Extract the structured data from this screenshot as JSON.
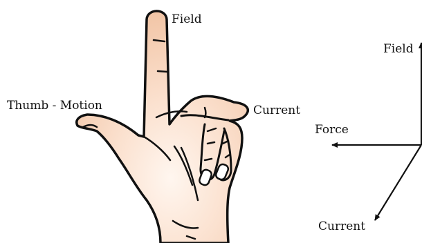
{
  "hand_labels": {
    "field": "Field",
    "thumb_motion": "Thumb - Motion",
    "current": "Current"
  },
  "axis_labels": {
    "field": "Field",
    "force": "Force",
    "current": "Current"
  },
  "colors": {
    "skin_light": "#fdeee3",
    "skin": "#f6d3bb",
    "skin_edge": "#e9b896",
    "outline": "#111111",
    "background": "#ffffff"
  },
  "icons": [
    "hand-illustration",
    "arrow-field",
    "arrow-force",
    "arrow-current"
  ]
}
